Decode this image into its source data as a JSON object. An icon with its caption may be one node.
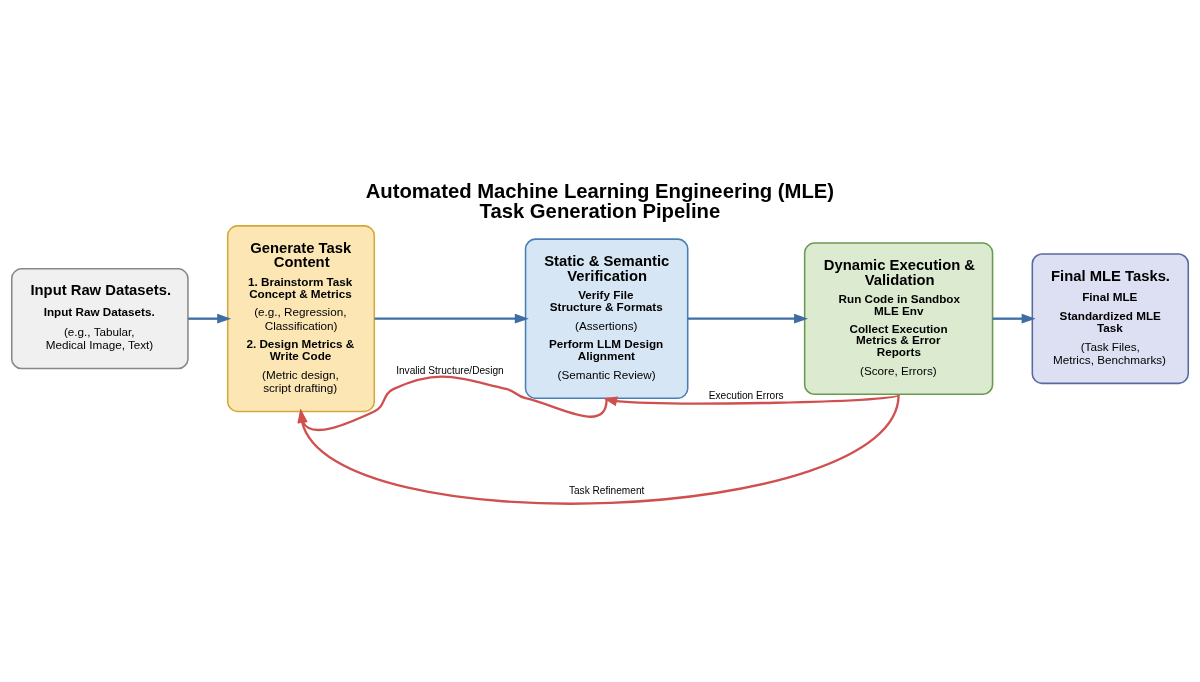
{
  "diagram": {
    "title": "Automated Machine Learning Engineering (MLE) Task Generation Pipeline",
    "nodes": [
      {
        "text": [
          "Input Raw Datasets.",
          "Input Raw Datasets.",
          "(e.g., Tabular, Medical Image, Text)"
        ]
      },
      {
        "text": [
          "Generate Task Content",
          "1. Brainstorm Task Concept & Metrics",
          "(e.g., Regression, Classification)",
          "2. Design Metrics & Write Code",
          "(Metric design, script drafting)"
        ]
      },
      {
        "text": [
          "Static & Semantic Verification",
          "Verify File Structure & Formats",
          "(Assertions)",
          "Perform LLM Design Alignment",
          "(Semantic Review)"
        ]
      },
      {
        "text": [
          "Dynamic Execution & Validation",
          "Run Code in Sandbox MLE Env",
          "Collect Execution Metrics & Error Reports",
          "(Score, Errors)"
        ]
      },
      {
        "text": [
          "Final MLE Tasks.",
          "Final MLE",
          "Standardized MLE Task",
          "(Task Files, Metrics, Benchmarks)"
        ]
      }
    ],
    "edges": [
      {
        "from": 0,
        "to": 1,
        "arrow": "to"
      },
      {
        "from": 1,
        "to": 2,
        "arrow": "to"
      },
      {
        "from": 2,
        "to": 3,
        "arrow": "to"
      },
      {
        "from": 3,
        "to": 4,
        "arrow": "to"
      },
      {
        "from": 2,
        "to": 1,
        "arrow": "to",
        "label": "Invalid Structure/Design",
        "color": "#d05050"
      },
      {
        "from": 3,
        "to": 2,
        "arrow": "to",
        "label": "Execution Errors",
        "color": "#d05050"
      },
      {
        "from": 3,
        "to": 1,
        "arrow": "to",
        "label": "Task Refinement",
        "color": "#d05050"
      }
    ]
  }
}
